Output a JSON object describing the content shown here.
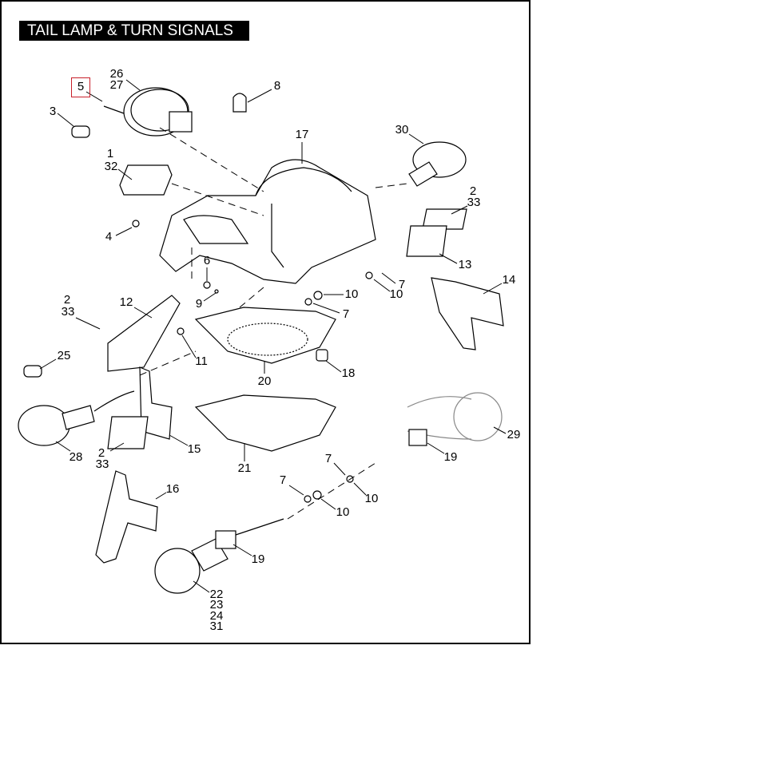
{
  "title": "TAIL LAMP & TURN SIGNALS",
  "highlighted_callout": "5",
  "highlight_color": "#c8202a",
  "callouts": [
    "5",
    "26",
    "27",
    "3",
    "8",
    "17",
    "30",
    "1",
    "32",
    "2",
    "33",
    "4",
    "6",
    "13",
    "7",
    "10",
    "14",
    "9",
    "10",
    "7",
    "2",
    "33",
    "12",
    "25",
    "11",
    "18",
    "20",
    "29",
    "15",
    "28",
    "2",
    "33",
    "19",
    "7",
    "21",
    "7",
    "10",
    "16",
    "10",
    "19",
    "22",
    "23",
    "24",
    "31"
  ]
}
